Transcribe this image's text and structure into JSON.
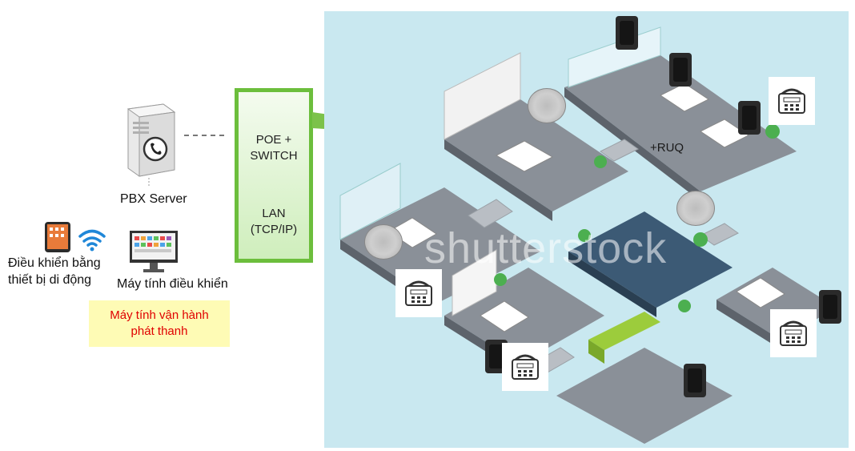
{
  "labels": {
    "pbx_server": "PBX Server",
    "switch_line1": "POE +",
    "switch_line2": "SWITCH",
    "lan_line1": "LAN",
    "lan_line2": "(TCP/IP)",
    "mobile_line1": "Điều khiển bằng",
    "mobile_line2": "thiết bị di động",
    "control_pc": "Máy tính điều khiển",
    "operator_line1": "Máy tính vận hành",
    "operator_line2": "phát thanh",
    "watermark": "shutterstock",
    "room_tag": "+RUQ"
  },
  "colors": {
    "switch_border": "#6cbe3c",
    "link_green": "#7cc24a",
    "note_bg": "#fefbb5",
    "note_text": "#e00000",
    "office_bg": "#c9e8f0"
  },
  "icons": [
    "server-phone-icon",
    "tablet-icon",
    "wifi-icon",
    "monitor-icon",
    "wall-speaker-icon",
    "ceiling-speaker-icon",
    "ip-phone-icon"
  ]
}
